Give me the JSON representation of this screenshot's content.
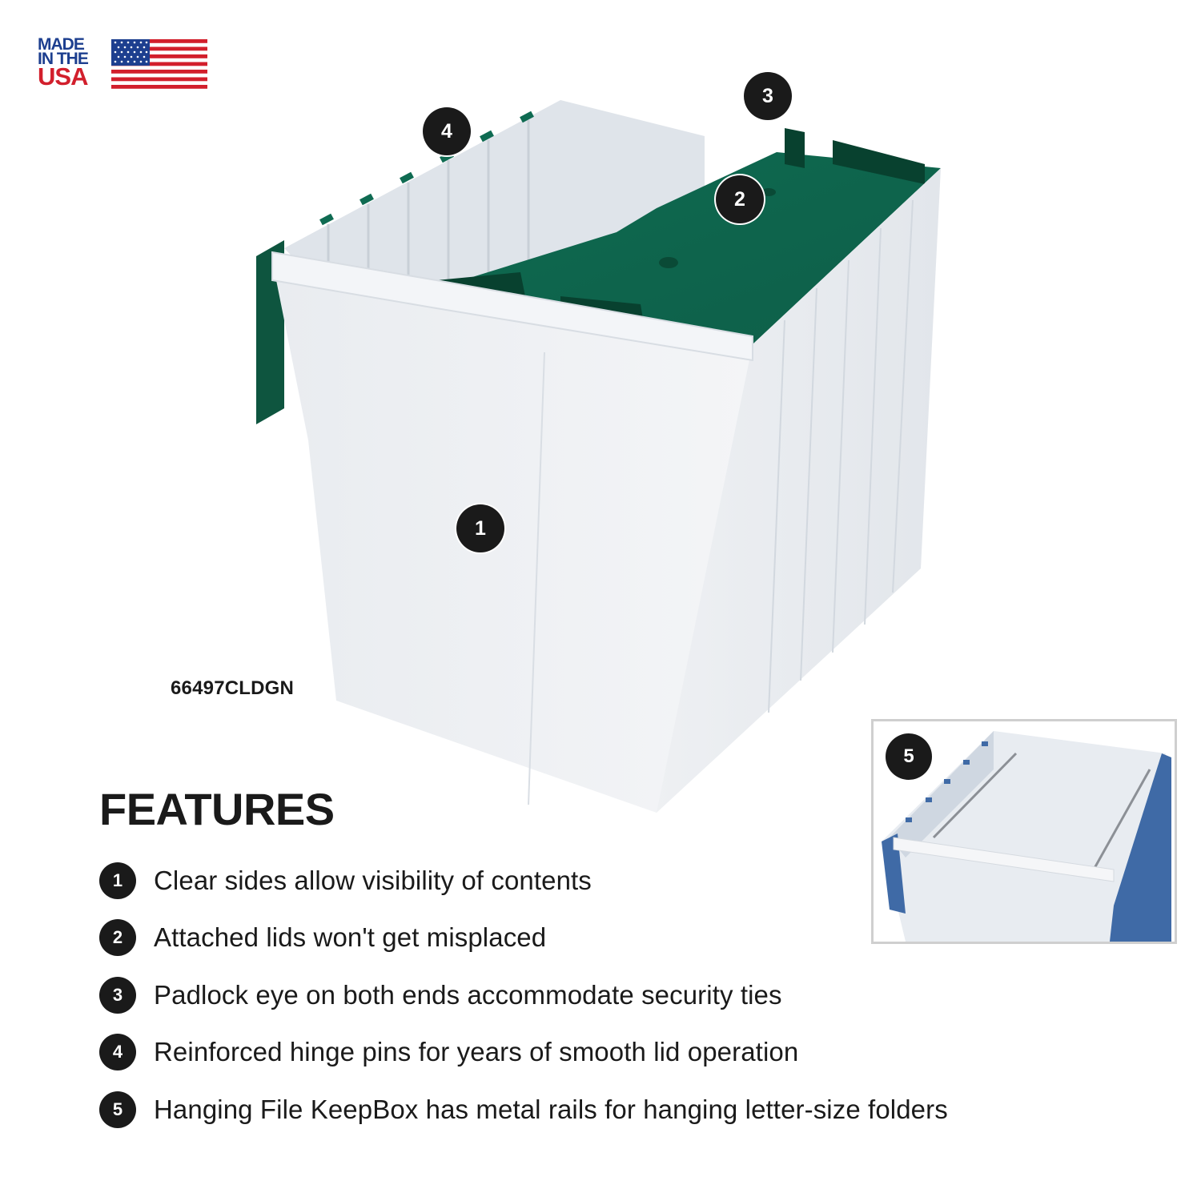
{
  "badge": {
    "line1": "MADE",
    "line2": "IN THE",
    "line3": "USA",
    "icon": "us-flag-icon",
    "colors": {
      "blue": "#1d3f8f",
      "red": "#d21f2c"
    }
  },
  "product": {
    "model": "66497CLDGN",
    "lid_color": "#0f6b52",
    "body_color": "#eef0f3",
    "callouts": [
      "1",
      "2",
      "3",
      "4"
    ]
  },
  "inset": {
    "callout": "5",
    "lid_color": "#3f6aa6"
  },
  "features": {
    "title": "FEATURES",
    "items": [
      {
        "num": "1",
        "text": "Clear sides allow visibility of contents"
      },
      {
        "num": "2",
        "text": "Attached lids won't get misplaced"
      },
      {
        "num": "3",
        "text": "Padlock eye on both ends accommodate security ties"
      },
      {
        "num": "4",
        "text": "Reinforced hinge pins for years of smooth lid operation"
      },
      {
        "num": "5",
        "text": "Hanging File KeepBox has metal rails for hanging letter-size folders"
      }
    ]
  }
}
